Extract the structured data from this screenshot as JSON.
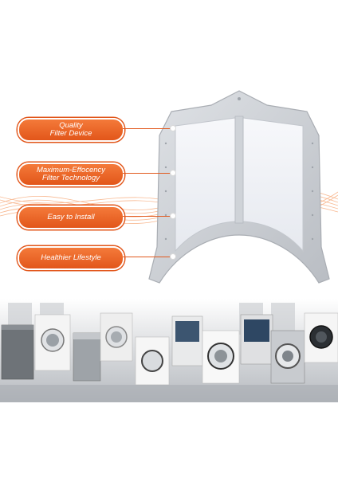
{
  "callouts": [
    {
      "line1": "Quality",
      "line2": "Filter Device"
    },
    {
      "line1": "Maximum-Effocency",
      "line2": "Filter Technology"
    },
    {
      "line1": "Easy to Install",
      "line2": ""
    },
    {
      "line1": "Healthier Lifestyle",
      "line2": ""
    }
  ],
  "colors": {
    "accent": "#e2561a",
    "accent_light": "#f47a3a",
    "filter_frame": "#c9ccd1",
    "filter_mesh": "#eef0f4"
  },
  "icons": [
    "lint-filter-image",
    "washing-machines-image",
    "wave-decoration"
  ]
}
